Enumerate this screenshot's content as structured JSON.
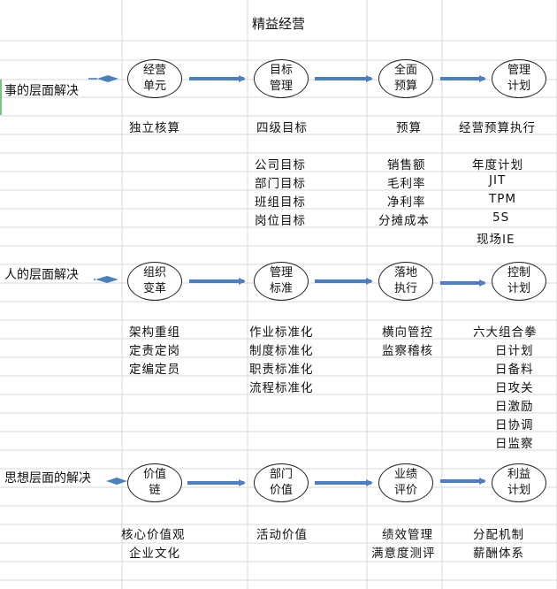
{
  "title": "精益经营",
  "sections": [
    {
      "label": "事的层面解决",
      "nodes": [
        {
          "line1": "经营",
          "line2": "单元"
        },
        {
          "line1": "目标",
          "line2": "管理"
        },
        {
          "line1": "全面",
          "line2": "预算"
        },
        {
          "line1": "管理",
          "line2": "计划"
        }
      ],
      "columns": [
        [
          "独立核算"
        ],
        [
          "四级目标",
          "",
          "公司目标",
          "部门目标",
          "班组目标",
          "岗位目标"
        ],
        [
          "预算",
          "",
          "销售额",
          "毛利率",
          "净利率",
          "分摊成本"
        ],
        [
          "经营预算执行",
          "",
          "年度计划",
          "JIT",
          "TPM",
          "5S",
          "现场IE"
        ]
      ]
    },
    {
      "label": "人的层面解决",
      "nodes": [
        {
          "line1": "组织",
          "line2": "变革"
        },
        {
          "line1": "管理",
          "line2": "标准"
        },
        {
          "line1": "落地",
          "line2": "执行"
        },
        {
          "line1": "控制",
          "line2": "计划"
        }
      ],
      "columns": [
        [
          "架构重组",
          "定责定岗",
          "定编定员"
        ],
        [
          "作业标准化",
          "制度标准化",
          "职责标准化",
          "流程标准化"
        ],
        [
          "横向管控",
          "监察稽核"
        ],
        [
          "六大组合拳",
          "日计划",
          "日备料",
          "日攻关",
          "日激励",
          "日协调",
          "日监察"
        ]
      ]
    },
    {
      "label": "思想层面的解决",
      "nodes": [
        {
          "line1": "价值",
          "line2": "链"
        },
        {
          "line1": "部门",
          "line2": "价值"
        },
        {
          "line1": "业绩",
          "line2": "评价"
        },
        {
          "line1": "利益",
          "line2": "计划"
        }
      ],
      "columns": [
        [
          "核心价值观",
          "企业文化"
        ],
        [
          "活动价值"
        ],
        [
          "绩效管理",
          "满意度测评"
        ],
        [
          "分配机制",
          "薪酬体系"
        ]
      ]
    }
  ],
  "colors": {
    "arrow": "#4a7fc1",
    "grid": "#d9d9d9",
    "outline": "#222222"
  }
}
